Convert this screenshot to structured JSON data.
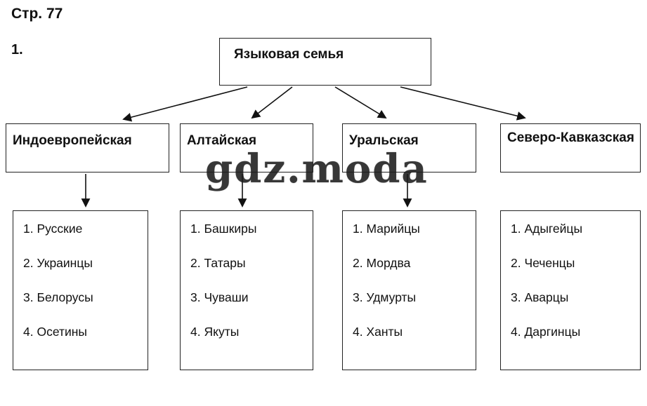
{
  "page": {
    "page_label": "Стр. 77",
    "item_number": "1."
  },
  "diagram": {
    "root_label": "Языковая семья",
    "families": [
      {
        "name": "Индоевропейская",
        "peoples": [
          "1. Русские",
          "2. Украинцы",
          "3. Белорусы",
          "4. Осетины"
        ]
      },
      {
        "name": "Алтайская",
        "peoples": [
          "1. Башкиры",
          "2. Татары",
          "3. Чуваши",
          "4. Якуты"
        ]
      },
      {
        "name": "Уральская",
        "peoples": [
          "1. Марийцы",
          "2. Мордва",
          "3. Удмурты",
          "4. Ханты"
        ]
      },
      {
        "name": "Северо-Кавказская",
        "peoples": [
          "1. Адыгейцы",
          "2. Чеченцы",
          "3. Аварцы",
          "4. Даргинцы"
        ]
      }
    ]
  },
  "watermark": {
    "text": "gdz.moda"
  }
}
